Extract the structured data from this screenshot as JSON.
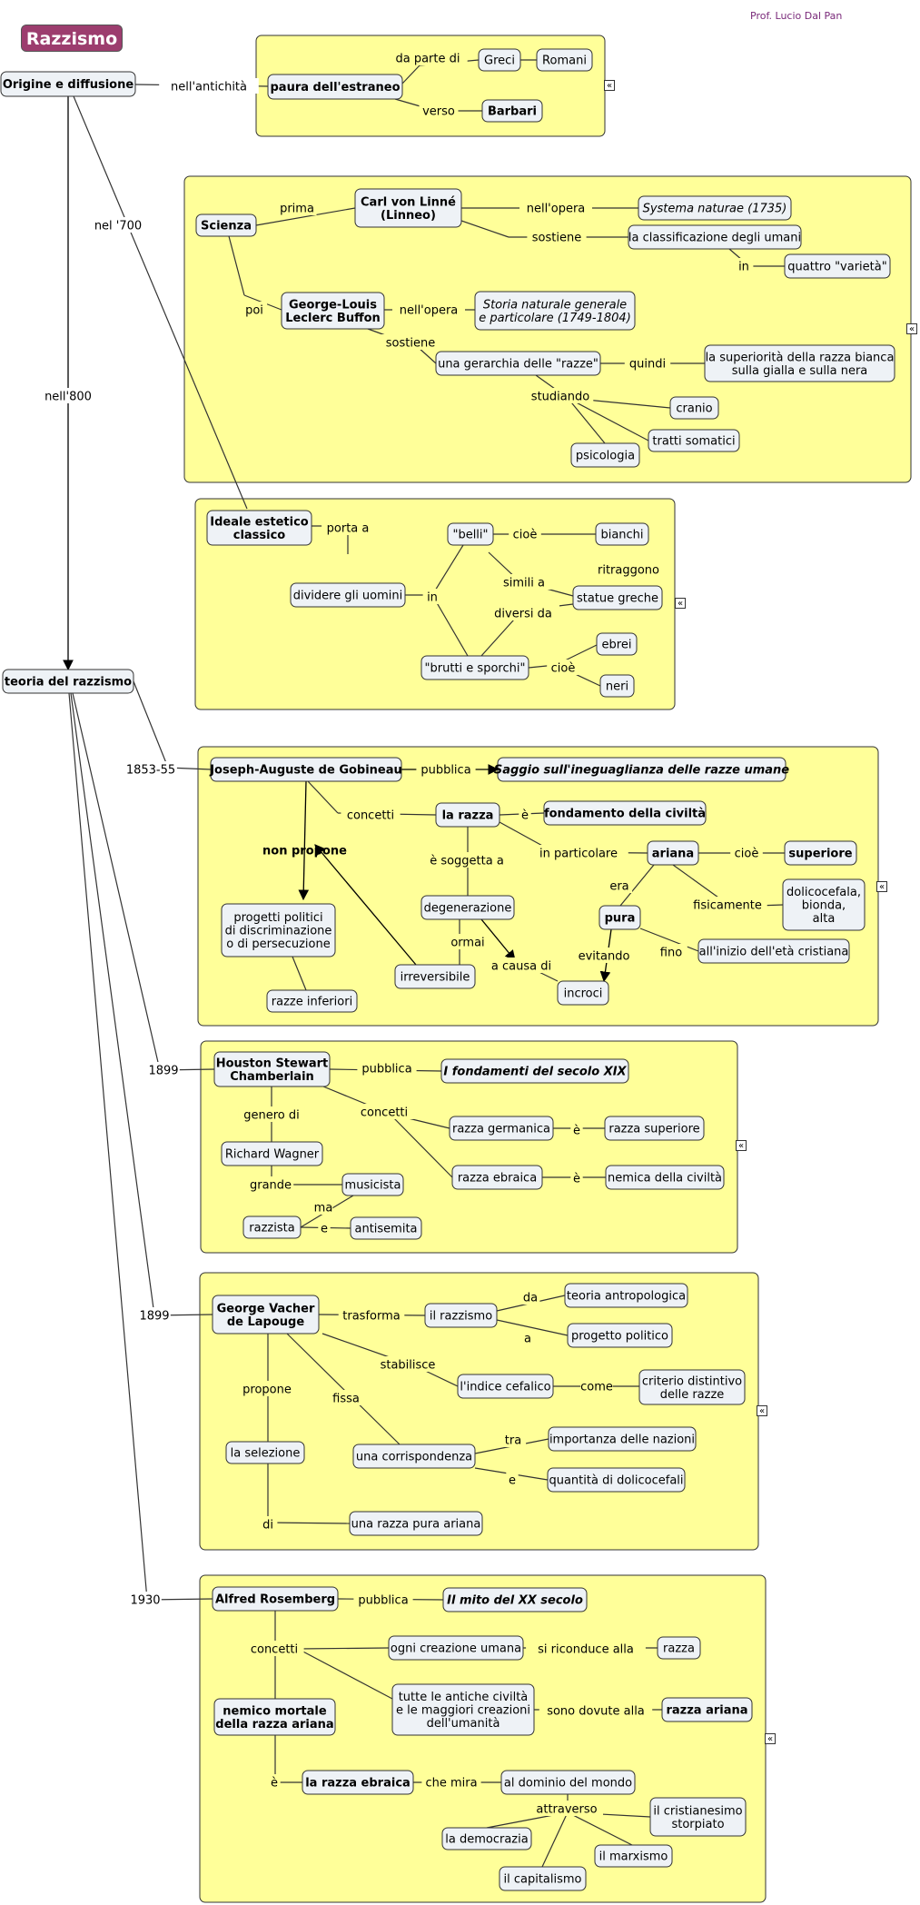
{
  "title": "Razzismo",
  "author": "Prof. Lucio Dal Pan",
  "collapse_glyph": "«",
  "nodes": {
    "origine": "Origine e diffusione",
    "teoria": "teoria del razzismo",
    "paura": "paura dell'estraneo",
    "greci": "Greci",
    "romani": "Romani",
    "barbari": "Barbari",
    "scienza": "Scienza",
    "linne": [
      "Carl von Linné",
      "(Linneo)"
    ],
    "systema": "Systema naturae (1735)",
    "classificazione": "la classificazione degli umani",
    "quattro": "quattro \"varietà\"",
    "buffon": [
      "George-Louis",
      "Leclerc Buffon"
    ],
    "storia": [
      "Storia naturale generale",
      "e particolare (1749-1804)"
    ],
    "gerarchia": "una gerarchia delle \"razze\"",
    "superiorita": [
      "la superiorità della razza bianca",
      "sulla gialla e sulla nera"
    ],
    "cranio": "cranio",
    "tratti": "tratti somatici",
    "psicologia": "psicologia",
    "ideale": [
      "Ideale estetico",
      "classico"
    ],
    "belli": "\"belli\"",
    "bianchi": "bianchi",
    "dividere": "dividere gli uomini",
    "statue": "statue greche",
    "brutti": "\"brutti e sporchi\"",
    "ebrei": "ebrei",
    "neri": "neri",
    "gobineau": "Joseph-Auguste de Gobineau",
    "saggio": "Saggio sull'ineguaglianza delle razze umane",
    "la_razza": "la razza",
    "fondamento": "fondamento della civiltà",
    "non_propone": "non propone",
    "ariana": "ariana",
    "superiore": "superiore",
    "progetti": [
      "progetti politici",
      "di discriminazione",
      "o di persecuzione"
    ],
    "degenerazione": "degenerazione",
    "pura": "pura",
    "dolicocefala": [
      "dolicocefala,",
      "bionda,",
      "alta"
    ],
    "irreversibile": "irreversibile",
    "incroci": "incroci",
    "inizio": "all'inizio dell'età cristiana",
    "razze_inferiori": "razze inferiori",
    "chamberlain": [
      "Houston Stewart",
      "Chamberlain"
    ],
    "fondamenti": "I fondamenti del secolo XIX",
    "germanica": "razza germanica",
    "razza_sup": "razza superiore",
    "wagner": "Richard Wagner",
    "ebraica": "razza ebraica",
    "nemica": "nemica della civiltà",
    "musicista": "musicista",
    "razzista": "razzista",
    "antisemita": "antisemita",
    "lapouge": [
      "George Vacher",
      "de Lapouge"
    ],
    "il_razzismo": "il razzismo",
    "teoria_antrop": "teoria antropologica",
    "progetto": "progetto politico",
    "indice": "l'indice cefalico",
    "criterio": [
      "criterio distintivo",
      "delle razze"
    ],
    "selezione": "la selezione",
    "corrispondenza": "una corrispondenza",
    "importanza": "importanza delle nazioni",
    "quantita": "quantità di dolicocefali",
    "razza_pura": "una razza pura ariana",
    "rosemberg": "Alfred Rosemberg",
    "mito": "Il mito del XX secolo",
    "ogni": "ogni creazione umana",
    "razza": "razza",
    "antiche": [
      "tutte le antiche civiltà",
      "e le maggiori creazioni",
      "dell'umanità"
    ],
    "razza_ariana": "razza ariana",
    "nemico": [
      "nemico mortale",
      "della razza ariana"
    ],
    "razza_ebraica": "la razza ebraica",
    "dominio": "al dominio del mondo",
    "cristianesimo": [
      "il cristianesimo",
      "storpiato"
    ],
    "democrazia": "la democrazia",
    "marxismo": "il marxismo",
    "capitalismo": "il capitalismo"
  },
  "labels": {
    "nellantichita": "nell'antichità",
    "da_parte_di": "da parte di",
    "verso": "verso",
    "nel700": "nel '700",
    "nell800": "nell'800",
    "prima": "prima",
    "nellopera1": "nell'opera",
    "sostiene1": "sostiene",
    "in1": "in",
    "poi": "poi",
    "nellopera2": "nell'opera",
    "sostiene2": "sostiene",
    "quindi": "quindi",
    "studiando": "studiando",
    "porta_a": "porta a",
    "in2": "in",
    "cioe1": "cioè",
    "simili_a": "simili a",
    "ritraggono": "ritraggono",
    "diversi_da": "diversi da",
    "cioe2": "cioè",
    "y1853": "1853-55",
    "pubblica1": "pubblica",
    "concetti1": "concetti",
    "e1": "è",
    "in_particolare": "in particolare",
    "cioe3": "cioè",
    "e_soggetta_a": "è soggetta a",
    "era": "era",
    "fisicamente": "fisicamente",
    "ormai": "ormai",
    "a_causa_di": "a causa di",
    "evitando": "evitando",
    "fino": "fino",
    "y1899a": "1899",
    "pubblica2": "pubblica",
    "genero_di": "genero di",
    "concetti2": "concetti",
    "e2": "è",
    "e3": "è",
    "grande": "grande",
    "ma": "ma",
    "e_and1": "e",
    "y1899b": "1899",
    "trasforma": "trasforma",
    "da": "da",
    "a": "a",
    "stabilisce": "stabilisce",
    "come": "come",
    "propone": "propone",
    "fissa": "fissa",
    "tra": "tra",
    "e_and2": "e",
    "di": "di",
    "y1930": "1930",
    "pubblica3": "pubblica",
    "concetti3": "concetti",
    "si_riconduce_alla": "si riconduce alla",
    "sono_dovute_alla": "sono dovute alla",
    "e4": "è",
    "che_mira": "che mira",
    "attraverso": "attraverso"
  }
}
